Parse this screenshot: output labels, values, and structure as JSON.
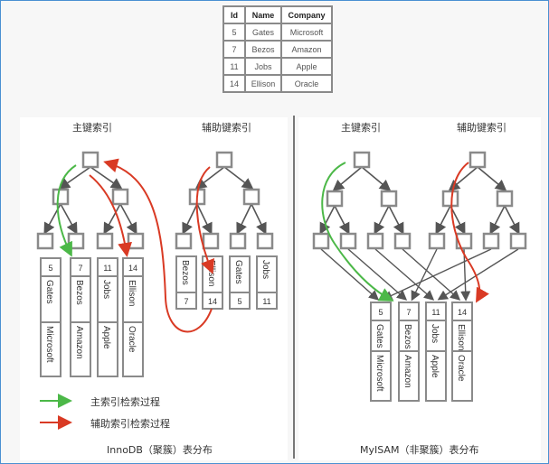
{
  "table": {
    "headers": [
      "Id",
      "Name",
      "Company"
    ],
    "rows": [
      [
        "5",
        "Gates",
        "Microsoft"
      ],
      [
        "7",
        "Bezos",
        "Amazon"
      ],
      [
        "11",
        "Jobs",
        "Apple"
      ],
      [
        "14",
        "Ellison",
        "Oracle"
      ]
    ]
  },
  "innodb": {
    "primary_title": "主键索引",
    "secondary_title": "辅助键索引",
    "caption": "InnoDB（聚簇）表分布",
    "primary_leaves": [
      {
        "id": "5",
        "name": "Gates",
        "company": "Microsoft"
      },
      {
        "id": "7",
        "name": "Bezos",
        "company": "Amazon"
      },
      {
        "id": "11",
        "name": "Jobs",
        "company": "Apple"
      },
      {
        "id": "14",
        "name": "Ellison",
        "company": "Oracle"
      }
    ],
    "secondary_leaves": [
      {
        "name": "Bezos",
        "id": "7"
      },
      {
        "name": "Ellison",
        "id": "14"
      },
      {
        "name": "Gates",
        "id": "5"
      },
      {
        "name": "Jobs",
        "id": "11"
      }
    ]
  },
  "myisam": {
    "primary_title": "主键索引",
    "secondary_title": "辅助键索引",
    "caption": "MyISAM（非聚簇）表分布",
    "rows": [
      {
        "id": "5",
        "name": "Gates",
        "company": "Microsoft"
      },
      {
        "id": "7",
        "name": "Bezos",
        "company": "Amazon"
      },
      {
        "id": "11",
        "name": "Jobs",
        "company": "Apple"
      },
      {
        "id": "14",
        "name": "Ellison",
        "company": "Oracle"
      }
    ]
  },
  "legend": [
    {
      "label": "主索引检索过程",
      "color": "#4cb848"
    },
    {
      "label": "辅助索引检索过程",
      "color": "#d93a24"
    }
  ],
  "colors": {
    "node_border": "#8a8a8a",
    "edge": "#555555",
    "primary_path": "#4cb848",
    "secondary_path": "#d93a24",
    "frame": "#4a90d2"
  }
}
